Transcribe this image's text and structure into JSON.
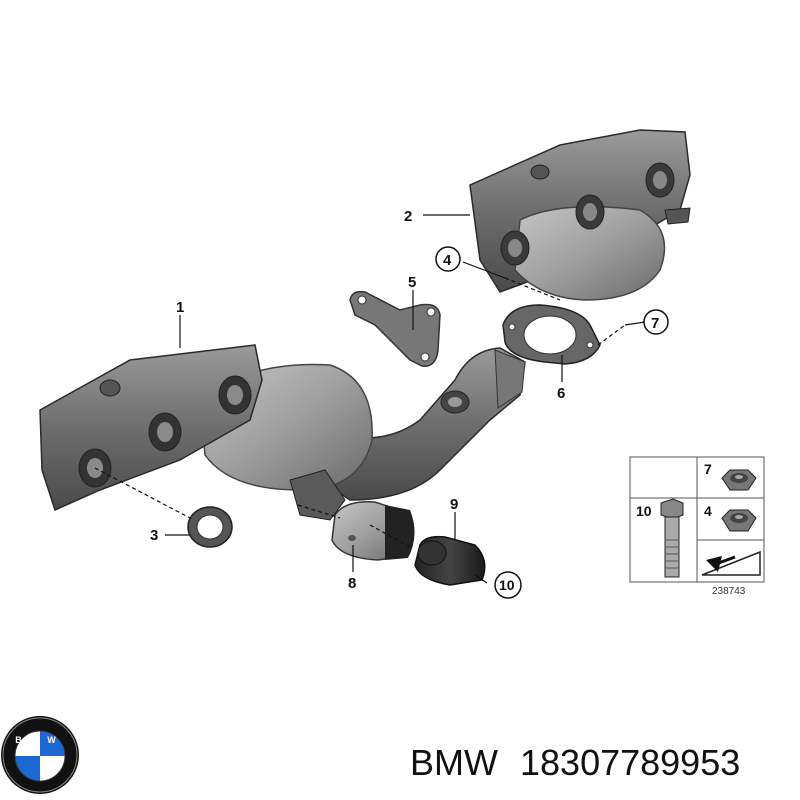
{
  "callouts": {
    "c1": "1",
    "c2": "2",
    "c3": "3",
    "c4": "4",
    "c5": "5",
    "c6": "6",
    "c7": "7",
    "c8": "8",
    "c9": "9",
    "c10": "10"
  },
  "legend": {
    "item_top": "7",
    "item_mid": "4",
    "item_left": "10",
    "diagram_number": "238743"
  },
  "logo": {
    "letters": "BMW",
    "colors": {
      "blue": "#1c69d4",
      "white": "#ffffff",
      "ring": "#111111"
    }
  },
  "footer": {
    "brand": "BMW",
    "part_number": "18307789953"
  }
}
